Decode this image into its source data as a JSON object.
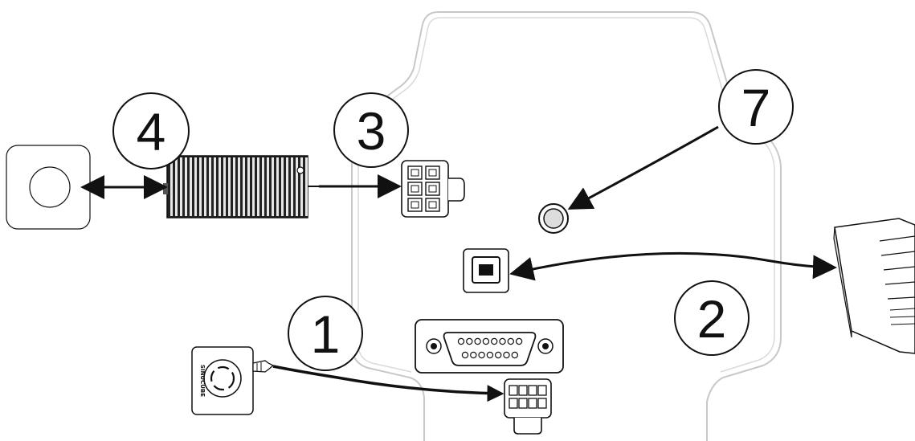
{
  "callouts": [
    {
      "label": "1"
    },
    {
      "label": "2"
    },
    {
      "label": "3"
    },
    {
      "label": "4"
    },
    {
      "label": "7"
    }
  ],
  "estop_brand": "SINUCUBE",
  "colors": {
    "line": "#111111",
    "outline_light": "#bdbdbd",
    "panel_stroke": "#c8c8c8",
    "fill_gray": "#d9d9d9"
  }
}
